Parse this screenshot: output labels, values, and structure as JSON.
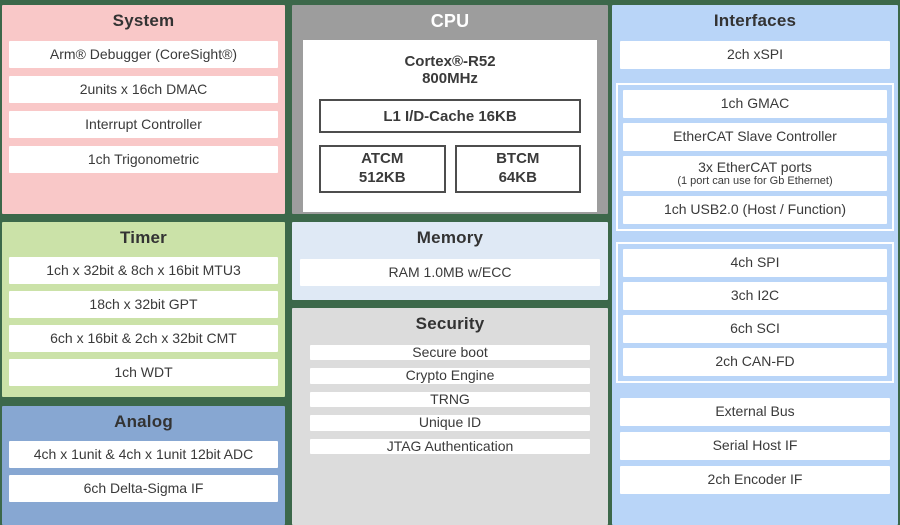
{
  "palette": {
    "background": "#3c684a",
    "system_bg": "#f9c8c8",
    "timer_bg": "#cbe2a8",
    "analog_bg": "#87a7d2",
    "cpu_bg": "#9d9d9d",
    "memory_bg": "#dfe9f5",
    "security_bg": "#dcdcdc",
    "interfaces_bg": "#b9d5f8",
    "item_bg": "#ffffff",
    "text": "#3a3a3a"
  },
  "system": {
    "title": "System",
    "items": [
      "Arm® Debugger (CoreSight®)",
      "2units x 16ch DMAC",
      "Interrupt Controller",
      "1ch Trigonometric"
    ]
  },
  "cpu": {
    "title": "CPU",
    "core": "Cortex®-R52",
    "frequency": "800MHz",
    "cache": "L1 I/D-Cache 16KB",
    "atcm_label": "ATCM",
    "atcm_size": "512KB",
    "btcm_label": "BTCM",
    "btcm_size": "64KB"
  },
  "timer": {
    "title": "Timer",
    "items": [
      "1ch x 32bit & 8ch x 16bit MTU3",
      "18ch x 32bit GPT",
      "6ch x 16bit & 2ch x 32bit CMT",
      "1ch WDT"
    ]
  },
  "memory": {
    "title": "Memory",
    "items": [
      "RAM 1.0MB w/ECC"
    ]
  },
  "security": {
    "title": "Security",
    "items": [
      "Secure boot",
      "Crypto Engine",
      "TRNG",
      "Unique ID",
      "JTAG Authentication"
    ]
  },
  "analog": {
    "title": "Analog",
    "items": [
      "4ch x 1unit & 4ch x 1unit 12bit ADC",
      "6ch Delta-Sigma IF"
    ]
  },
  "interfaces": {
    "title": "Interfaces",
    "top_item": "2ch xSPI",
    "group1": [
      "1ch GMAC",
      "EtherCAT Slave Controller"
    ],
    "ethercat_ports": {
      "label": "3x EtherCAT ports",
      "note": "(1 port can use for Gb Ethernet)"
    },
    "usb": "1ch USB2.0 (Host / Function)",
    "group2": [
      "4ch SPI",
      "3ch I2C",
      "6ch SCI",
      "2ch CAN-FD"
    ],
    "bottom_items": [
      "External Bus",
      "Serial Host IF",
      "2ch Encoder IF"
    ]
  }
}
